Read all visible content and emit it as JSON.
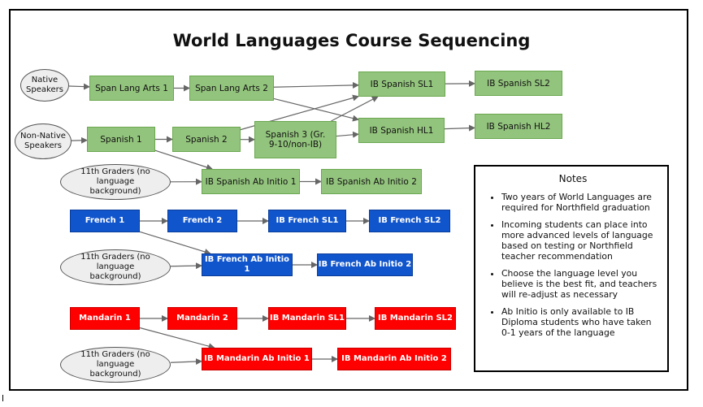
{
  "title": "World Languages Course Sequencing",
  "colors": {
    "green": "#93c47d",
    "blue": "#1155cc",
    "red": "#ff0000",
    "oval": "#eeeeee",
    "edge": "#666666"
  },
  "nodes": {
    "native_speakers": "Native Speakers",
    "span_lang_arts_1": "Span Lang Arts 1",
    "span_lang_arts_2": "Span Lang Arts 2",
    "ib_spanish_sl1": "IB Spanish SL1",
    "ib_spanish_sl2": "IB Spanish SL2",
    "non_native_speakers": "Non-Native Speakers",
    "spanish_1": "Spanish 1",
    "spanish_2": "Spanish 2",
    "spanish_3": "Spanish 3 (Gr. 9-10/non-IB)",
    "ib_spanish_hl1": "IB Spanish HL1",
    "ib_spanish_hl2": "IB Spanish HL2",
    "grade11_spanish": "11th Graders (no language background)",
    "ib_spanish_ab_initio_1": "IB Spanish Ab Initio 1",
    "ib_spanish_ab_initio_2": "IB Spanish Ab Initio 2",
    "french_1": "French 1",
    "french_2": "French 2",
    "ib_french_sl1": "IB French SL1",
    "ib_french_sl2": "IB French SL2",
    "grade11_french": "11th Graders (no language background)",
    "ib_french_ab_initio_1": "IB French Ab Initio 1",
    "ib_french_ab_initio_2": "IB French Ab Initio 2",
    "mandarin_1": "Mandarin 1",
    "mandarin_2": "Mandarin 2",
    "ib_mandarin_sl1": "IB Mandarin SL1",
    "ib_mandarin_sl2": "IB Mandarin SL2",
    "grade11_mandarin": "11th Graders (no language background)",
    "ib_mandarin_ab_initio_1": "IB Mandarin Ab Initio 1",
    "ib_mandarin_ab_initio_2": "IB Mandarin Ab Initio 2"
  },
  "notes": {
    "heading": "Notes",
    "items": [
      "Two years of World Languages are required for Northfield graduation",
      "Incoming students can place into more advanced levels of language based on testing or Northfield teacher recommendation",
      "Choose the language level you believe is the best fit, and teachers will re-adjust as necessary",
      "Ab Initio is only available to IB Diploma students who have taken 0-1 years of the language"
    ]
  },
  "edges": [
    [
      "native_speakers",
      "span_lang_arts_1"
    ],
    [
      "span_lang_arts_1",
      "span_lang_arts_2"
    ],
    [
      "span_lang_arts_2",
      "ib_spanish_sl1"
    ],
    [
      "span_lang_arts_2",
      "ib_spanish_hl1"
    ],
    [
      "ib_spanish_sl1",
      "ib_spanish_sl2"
    ],
    [
      "ib_spanish_hl1",
      "ib_spanish_hl2"
    ],
    [
      "non_native_speakers",
      "spanish_1"
    ],
    [
      "spanish_1",
      "spanish_2"
    ],
    [
      "spanish_2",
      "spanish_3"
    ],
    [
      "spanish_2",
      "ib_spanish_sl1"
    ],
    [
      "spanish_3",
      "ib_spanish_sl1"
    ],
    [
      "spanish_3",
      "ib_spanish_hl1"
    ],
    [
      "spanish_1",
      "ib_spanish_ab_initio_1"
    ],
    [
      "grade11_spanish",
      "ib_spanish_ab_initio_1"
    ],
    [
      "ib_spanish_ab_initio_1",
      "ib_spanish_ab_initio_2"
    ],
    [
      "french_1",
      "french_2"
    ],
    [
      "french_2",
      "ib_french_sl1"
    ],
    [
      "ib_french_sl1",
      "ib_french_sl2"
    ],
    [
      "french_1",
      "ib_french_ab_initio_1"
    ],
    [
      "grade11_french",
      "ib_french_ab_initio_1"
    ],
    [
      "ib_french_ab_initio_1",
      "ib_french_ab_initio_2"
    ],
    [
      "mandarin_1",
      "mandarin_2"
    ],
    [
      "mandarin_2",
      "ib_mandarin_sl1"
    ],
    [
      "ib_mandarin_sl1",
      "ib_mandarin_sl2"
    ],
    [
      "mandarin_1",
      "ib_mandarin_ab_initio_1"
    ],
    [
      "grade11_mandarin",
      "ib_mandarin_ab_initio_1"
    ],
    [
      "ib_mandarin_ab_initio_1",
      "ib_mandarin_ab_initio_2"
    ]
  ]
}
